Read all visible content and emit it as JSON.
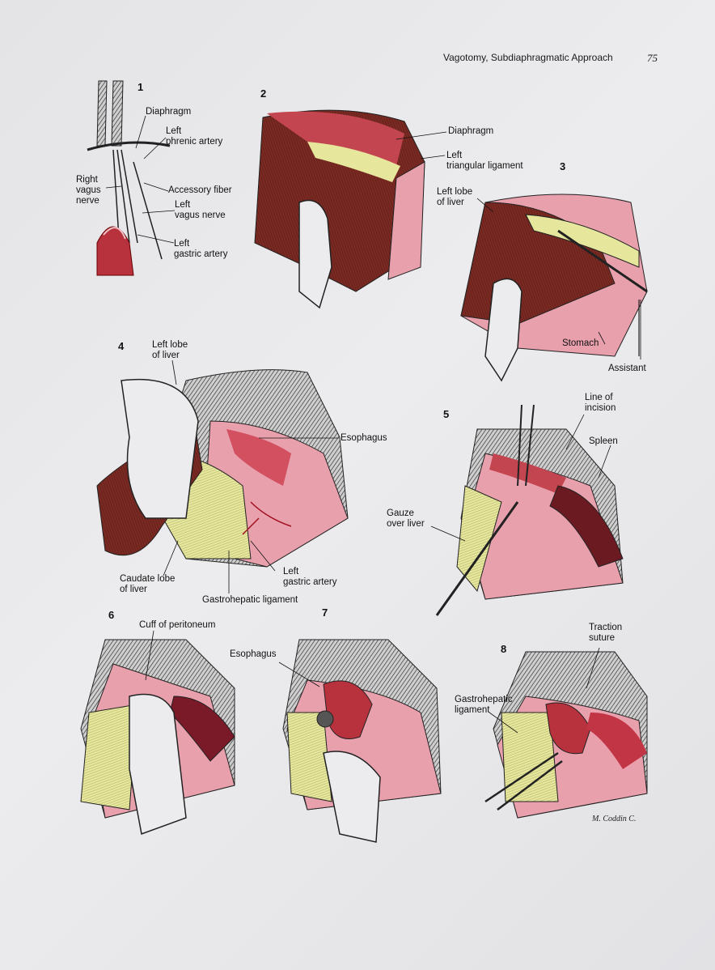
{
  "header": {
    "title": "Vagotomy, Subdiaphragmatic Approach",
    "page_number": "75"
  },
  "figures": {
    "f1": {
      "number": "1",
      "labels": {
        "diaphragm": "Diaphragm",
        "phrenic": "Left\nphrenic artery",
        "right_vagus": "Right\nvagus\nnerve",
        "accessory": "Accessory fiber",
        "left_vagus": "Left\nvagus nerve",
        "gastric": "Left\ngastric artery"
      }
    },
    "f2": {
      "number": "2",
      "labels": {
        "diaphragm": "Diaphragm",
        "triangular": "Left\ntriangular ligament"
      }
    },
    "f3": {
      "number": "3",
      "labels": {
        "left_lobe": "Left lobe\nof liver",
        "stomach": "Stomach",
        "assistant": "Assistant"
      }
    },
    "f4": {
      "number": "4",
      "labels": {
        "left_lobe": "Left lobe\nof liver",
        "esophagus": "Esophagus",
        "caudate": "Caudate lobe\nof liver",
        "gastric": "Left\ngastric artery",
        "gastrohepatic": "Gastrohepatic ligament"
      }
    },
    "f5": {
      "number": "5",
      "labels": {
        "incision": "Line of\nincision",
        "spleen": "Spleen",
        "gauze": "Gauze\nover liver"
      }
    },
    "f6": {
      "number": "6",
      "labels": {
        "cuff": "Cuff of peritoneum"
      }
    },
    "f7": {
      "number": "7",
      "labels": {
        "esophagus": "Esophagus"
      }
    },
    "f8": {
      "number": "8",
      "labels": {
        "traction": "Traction\nsuture",
        "gastrohepatic": "Gastrohepatic\nligament"
      }
    }
  },
  "signature": "M. Coddin C.",
  "colors": {
    "flesh": "#b8323e",
    "liver": "#7a2a22",
    "fat": "#e6e79c",
    "pink": "#e9a0ad",
    "ink": "#1a1a1a"
  }
}
